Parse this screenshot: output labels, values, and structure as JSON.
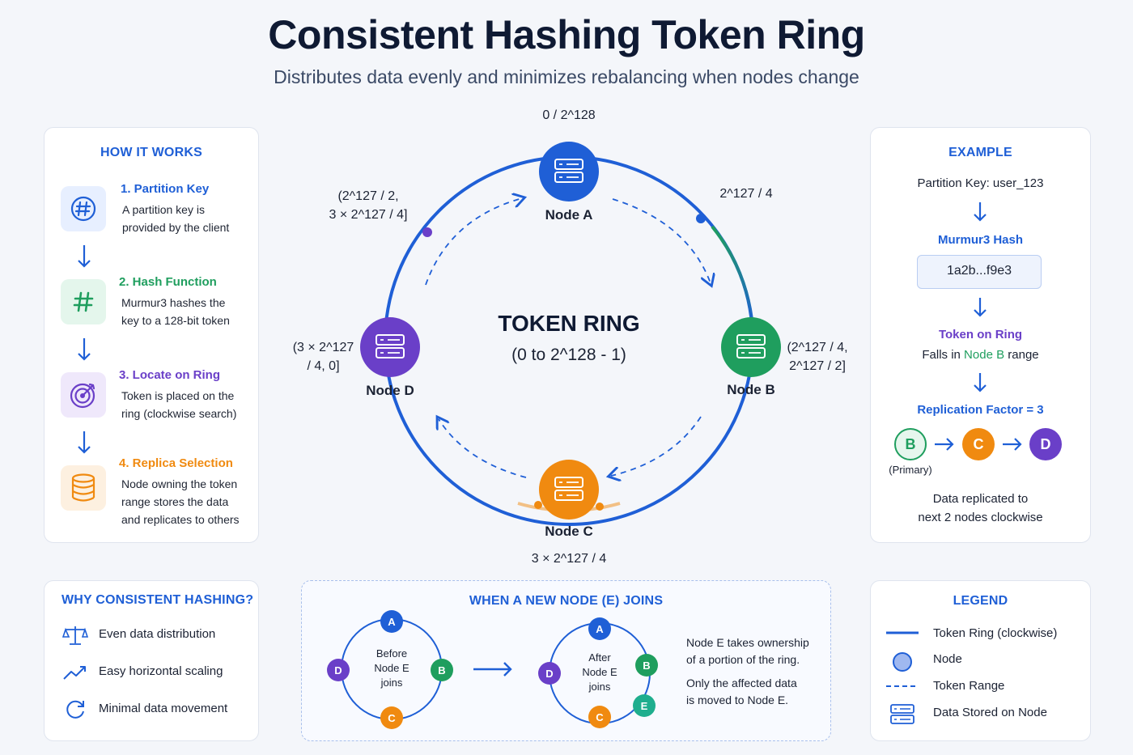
{
  "header": {
    "title": "Consistent Hashing Token Ring",
    "subtitle": "Distributes data evenly and minimizes rebalancing when nodes change"
  },
  "colors": {
    "blue": "#1f5fd6",
    "green": "#1f9e5e",
    "purple": "#6a3fc8",
    "orange": "#f08a10"
  },
  "how_it_works": {
    "heading": "HOW IT WORKS",
    "steps": [
      {
        "title": "1. Partition Key",
        "desc_1": "A partition key is",
        "desc_2": "provided by the client",
        "desc_3": "",
        "icon": "hash-circle-icon"
      },
      {
        "title": "2. Hash Function",
        "desc_1": "Murmur3 hashes the",
        "desc_2": "key to a 128-bit token",
        "desc_3": "",
        "icon": "hash-icon"
      },
      {
        "title": "3. Locate on Ring",
        "desc_1": "Token is placed on the",
        "desc_2": "ring (clockwise search)",
        "desc_3": "",
        "icon": "target-icon"
      },
      {
        "title": "4. Replica Selection",
        "desc_1": "Node owning the token",
        "desc_2": "range stores the data",
        "desc_3": "and replicates to others",
        "icon": "database-icon"
      }
    ]
  },
  "ring": {
    "center_title": "TOKEN RING",
    "center_range": "(0 to 2^128 - 1)",
    "top_label": "0 / 2^128",
    "nodes": {
      "a": "Node A",
      "b": "Node B",
      "c": "Node C",
      "d": "Node D"
    },
    "tokens": {
      "ab": "2^127 / 4",
      "b_range_1": "(2^127 / 4,",
      "b_range_2": "2^127 / 2]",
      "c": "3 × 2^127 / 4",
      "d_range_1": "(3 × 2^127",
      "d_range_2": "/ 4, 0]",
      "da_range_1": "(2^127 / 2,",
      "da_range_2": "3 × 2^127 / 4]"
    }
  },
  "example": {
    "heading": "EXAMPLE",
    "partition_key": "Partition Key: user_123",
    "hash_name": "Murmur3 Hash",
    "hash_value": "1a2b...f9e3",
    "token_on_ring": "Token on Ring",
    "falls_in_prefix": "Falls in ",
    "falls_in_node": "Node B",
    "falls_in_suffix": " range",
    "replication": "Replication Factor = 3",
    "replicas": [
      "B",
      "C",
      "D"
    ],
    "primary_label": "(Primary)",
    "note_1": "Data replicated to",
    "note_2": "next 2 nodes clockwise"
  },
  "why": {
    "heading": "WHY CONSISTENT HASHING?",
    "items": [
      {
        "label": "Even data distribution",
        "icon": "balance-scale-icon"
      },
      {
        "label": "Easy horizontal scaling",
        "icon": "trend-up-icon"
      },
      {
        "label": "Minimal data movement",
        "icon": "refresh-icon"
      }
    ]
  },
  "join": {
    "heading": "WHEN A NEW NODE (E) JOINS",
    "before": [
      "Before",
      "Node E",
      "joins"
    ],
    "after": [
      "After",
      "Node E",
      "joins"
    ],
    "nodes": [
      "A",
      "B",
      "C",
      "D",
      "E"
    ],
    "note_1": "Node E takes ownership",
    "note_2": "of a portion of the ring.",
    "note_3": "Only the affected data",
    "note_4": "is moved to Node E."
  },
  "legend": {
    "heading": "LEGEND",
    "items": [
      {
        "label": "Token Ring (clockwise)",
        "icon": "solid-line-icon"
      },
      {
        "label": "Node",
        "icon": "node-circle-icon"
      },
      {
        "label": "Token Range",
        "icon": "dashed-line-icon"
      },
      {
        "label": "Data Stored on Node",
        "icon": "server-icon"
      }
    ]
  }
}
